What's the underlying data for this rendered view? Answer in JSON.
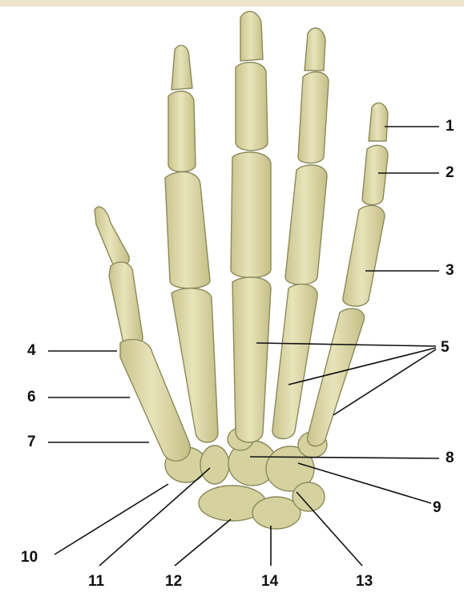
{
  "labels": [
    "1",
    "2",
    "3",
    "4",
    "5",
    "6",
    "7",
    "8",
    "9",
    "10",
    "11",
    "12",
    "13",
    "14"
  ],
  "colors": {
    "bone": "#ddd8a8",
    "bone_shade": "#c9c48d",
    "outline": "#8a8a5a",
    "ink": "#111111",
    "band": "#ece4c8"
  }
}
